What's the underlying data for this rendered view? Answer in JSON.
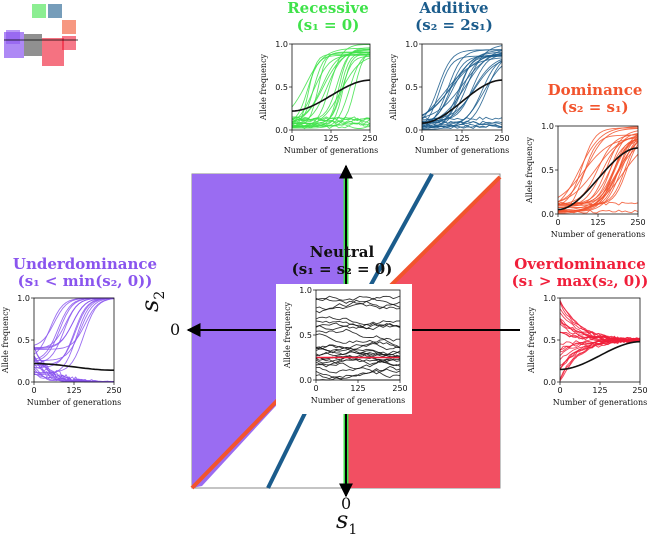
{
  "colors": {
    "recessive": "#3fe24a",
    "additive": "#1b5c8c",
    "dominance": "#f2542d",
    "overdominance": "#f01e3a",
    "underdominance": "#8a55ee",
    "neutral": "#111111",
    "region_left": "#9a6cf2",
    "region_right": "#f24f62"
  },
  "axes": {
    "x_symbol": "s",
    "x_sub": "1",
    "y_symbol": "s",
    "y_sub": "2",
    "x_zero": "0",
    "y_zero": "0"
  },
  "panels": {
    "recessive": {
      "title": "Recessive",
      "subtitle": "(s₁ = 0)"
    },
    "additive": {
      "title": "Additive",
      "subtitle": "(s₂ = 2s₁)"
    },
    "dominance": {
      "title": "Dominance",
      "subtitle": "(s₂ = s₁)"
    },
    "neutral": {
      "title": "Neutral",
      "subtitle": "(s₁ = s₂ = 0)"
    },
    "underdominance": {
      "title": "Underdominance",
      "subtitle": "(s₁ < min(s₂, 0))"
    },
    "overdominance": {
      "title": "Overdominance",
      "subtitle": "(s₁ > max(s₂, 0))"
    }
  },
  "plot_text": {
    "ylabel": "Allele frequency",
    "xlabel": "Number of generations",
    "yticks": [
      "0.0",
      "0.5",
      "1.0"
    ],
    "xticks": [
      "0",
      "125",
      "250"
    ]
  },
  "chart_data": [
    {
      "panel": "recessive",
      "type": "line",
      "xlim": [
        0,
        250
      ],
      "ylim": [
        0,
        1
      ],
      "mean_start": 0.22,
      "mean_end": 0.58
    },
    {
      "panel": "additive",
      "type": "line",
      "xlim": [
        0,
        250
      ],
      "ylim": [
        0,
        1
      ],
      "mean_start": 0.08,
      "mean_end": 0.58
    },
    {
      "panel": "dominance",
      "type": "line",
      "xlim": [
        0,
        250
      ],
      "ylim": [
        0,
        1
      ],
      "mean_start": 0.05,
      "mean_end": 0.75
    },
    {
      "panel": "neutral",
      "type": "line",
      "xlim": [
        0,
        250
      ],
      "ylim": [
        0,
        1
      ],
      "mean_start": 0.25,
      "mean_end": 0.25
    },
    {
      "panel": "underdominance",
      "type": "line",
      "xlim": [
        0,
        250
      ],
      "ylim": [
        0,
        1
      ],
      "mean_start": 0.22,
      "mean_end": 0.14
    },
    {
      "panel": "overdominance",
      "type": "line",
      "xlim": [
        0,
        250
      ],
      "ylim": [
        0,
        1
      ],
      "mean_start": 0.15,
      "mean_end": 0.48
    }
  ]
}
